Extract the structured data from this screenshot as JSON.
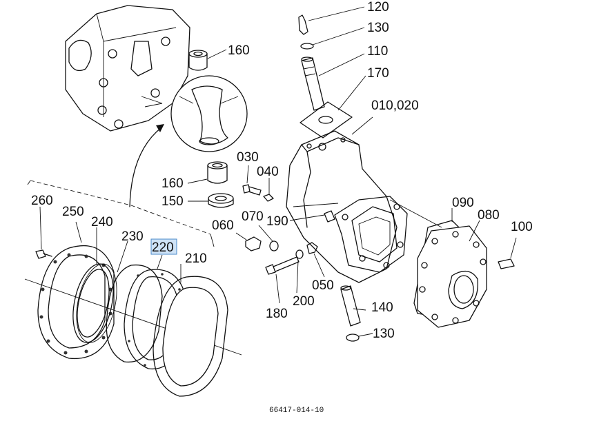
{
  "callouts": [
    {
      "id": "120",
      "text": "120"
    },
    {
      "id": "130a",
      "text": "130"
    },
    {
      "id": "110",
      "text": "110"
    },
    {
      "id": "170",
      "text": "170"
    },
    {
      "id": "010_020",
      "text": "010,020"
    },
    {
      "id": "160a",
      "text": "160"
    },
    {
      "id": "030",
      "text": "030"
    },
    {
      "id": "040",
      "text": "040"
    },
    {
      "id": "160b",
      "text": "160"
    },
    {
      "id": "150",
      "text": "150"
    },
    {
      "id": "260",
      "text": "260"
    },
    {
      "id": "250",
      "text": "250"
    },
    {
      "id": "240",
      "text": "240"
    },
    {
      "id": "230",
      "text": "230"
    },
    {
      "id": "220",
      "text": "220",
      "highlighted": true
    },
    {
      "id": "210",
      "text": "210"
    },
    {
      "id": "060",
      "text": "060"
    },
    {
      "id": "070",
      "text": "070"
    },
    {
      "id": "190",
      "text": "190"
    },
    {
      "id": "090",
      "text": "090"
    },
    {
      "id": "080",
      "text": "080"
    },
    {
      "id": "100",
      "text": "100"
    },
    {
      "id": "050",
      "text": "050"
    },
    {
      "id": "140",
      "text": "140"
    },
    {
      "id": "180",
      "text": "180"
    },
    {
      "id": "200",
      "text": "200"
    },
    {
      "id": "130b",
      "text": "130"
    }
  ],
  "footer": {
    "drawing_number": "66417-014-10"
  },
  "colors": {
    "line": "#111111",
    "highlight_fill": "#cfe3f7",
    "highlight_border": "#4a88c9"
  }
}
